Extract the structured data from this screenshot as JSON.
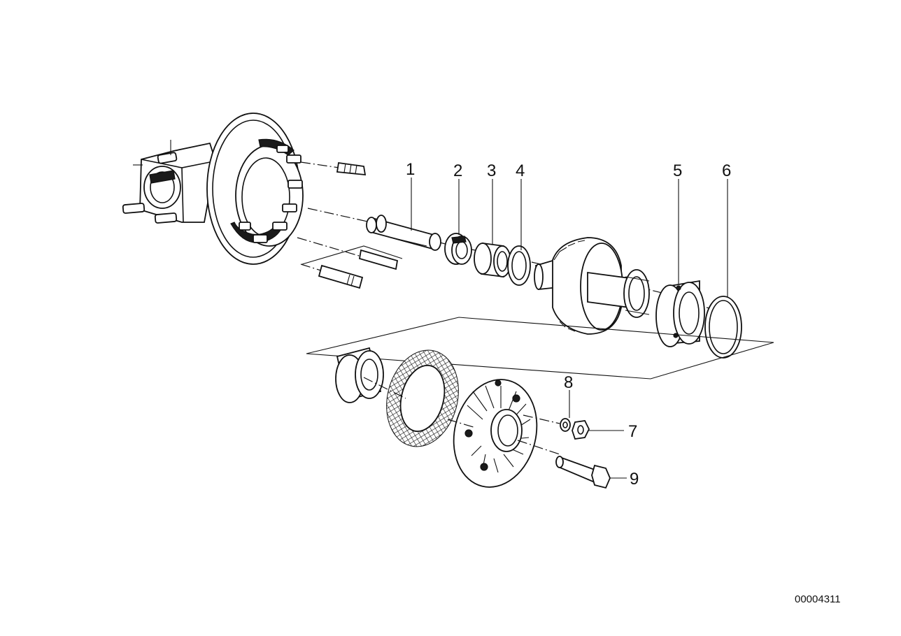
{
  "diagram": {
    "callouts": [
      {
        "id": "1",
        "label": "1"
      },
      {
        "id": "2",
        "label": "2"
      },
      {
        "id": "3",
        "label": "3"
      },
      {
        "id": "4",
        "label": "4"
      },
      {
        "id": "5",
        "label": "5"
      },
      {
        "id": "6",
        "label": "6"
      },
      {
        "id": "7",
        "label": "7"
      },
      {
        "id": "8",
        "label": "8"
      },
      {
        "id": "9",
        "label": "9"
      }
    ],
    "diagram_number": "00004311"
  }
}
